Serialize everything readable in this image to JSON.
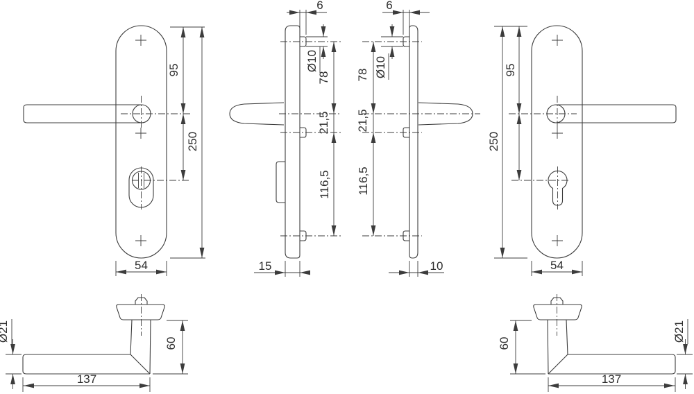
{
  "drawing_title": "door-handle-security-plate-technical-drawing",
  "colors": {
    "line": "#3c3c3c",
    "text": "#2e2e2e",
    "background": "#ffffff"
  },
  "views": {
    "front_left": {
      "dist_top_to_handle": "95",
      "total_height": "250",
      "plate_width": "54"
    },
    "side_left": {
      "peg_protrusion": "6",
      "peg_diameter": "Ø10",
      "top_fixing_to_handle": "78",
      "handle_to_mid_fixing": "21,5",
      "mid_to_bottom_fixing": "116,5",
      "plate_thickness": "15"
    },
    "side_right": {
      "peg_protrusion": "6",
      "peg_diameter": "Ø10",
      "top_fixing_to_handle": "78",
      "handle_to_mid_fixing": "21,5",
      "mid_to_bottom_fixing": "116,5",
      "plate_thickness": "10"
    },
    "front_right": {
      "dist_top_to_handle": "95",
      "total_height": "250",
      "plate_width": "54"
    },
    "handle_left": {
      "grip_diameter": "Ø21",
      "projection": "60",
      "length": "137"
    },
    "handle_right": {
      "grip_diameter": "Ø21",
      "projection": "60",
      "length": "137"
    }
  }
}
